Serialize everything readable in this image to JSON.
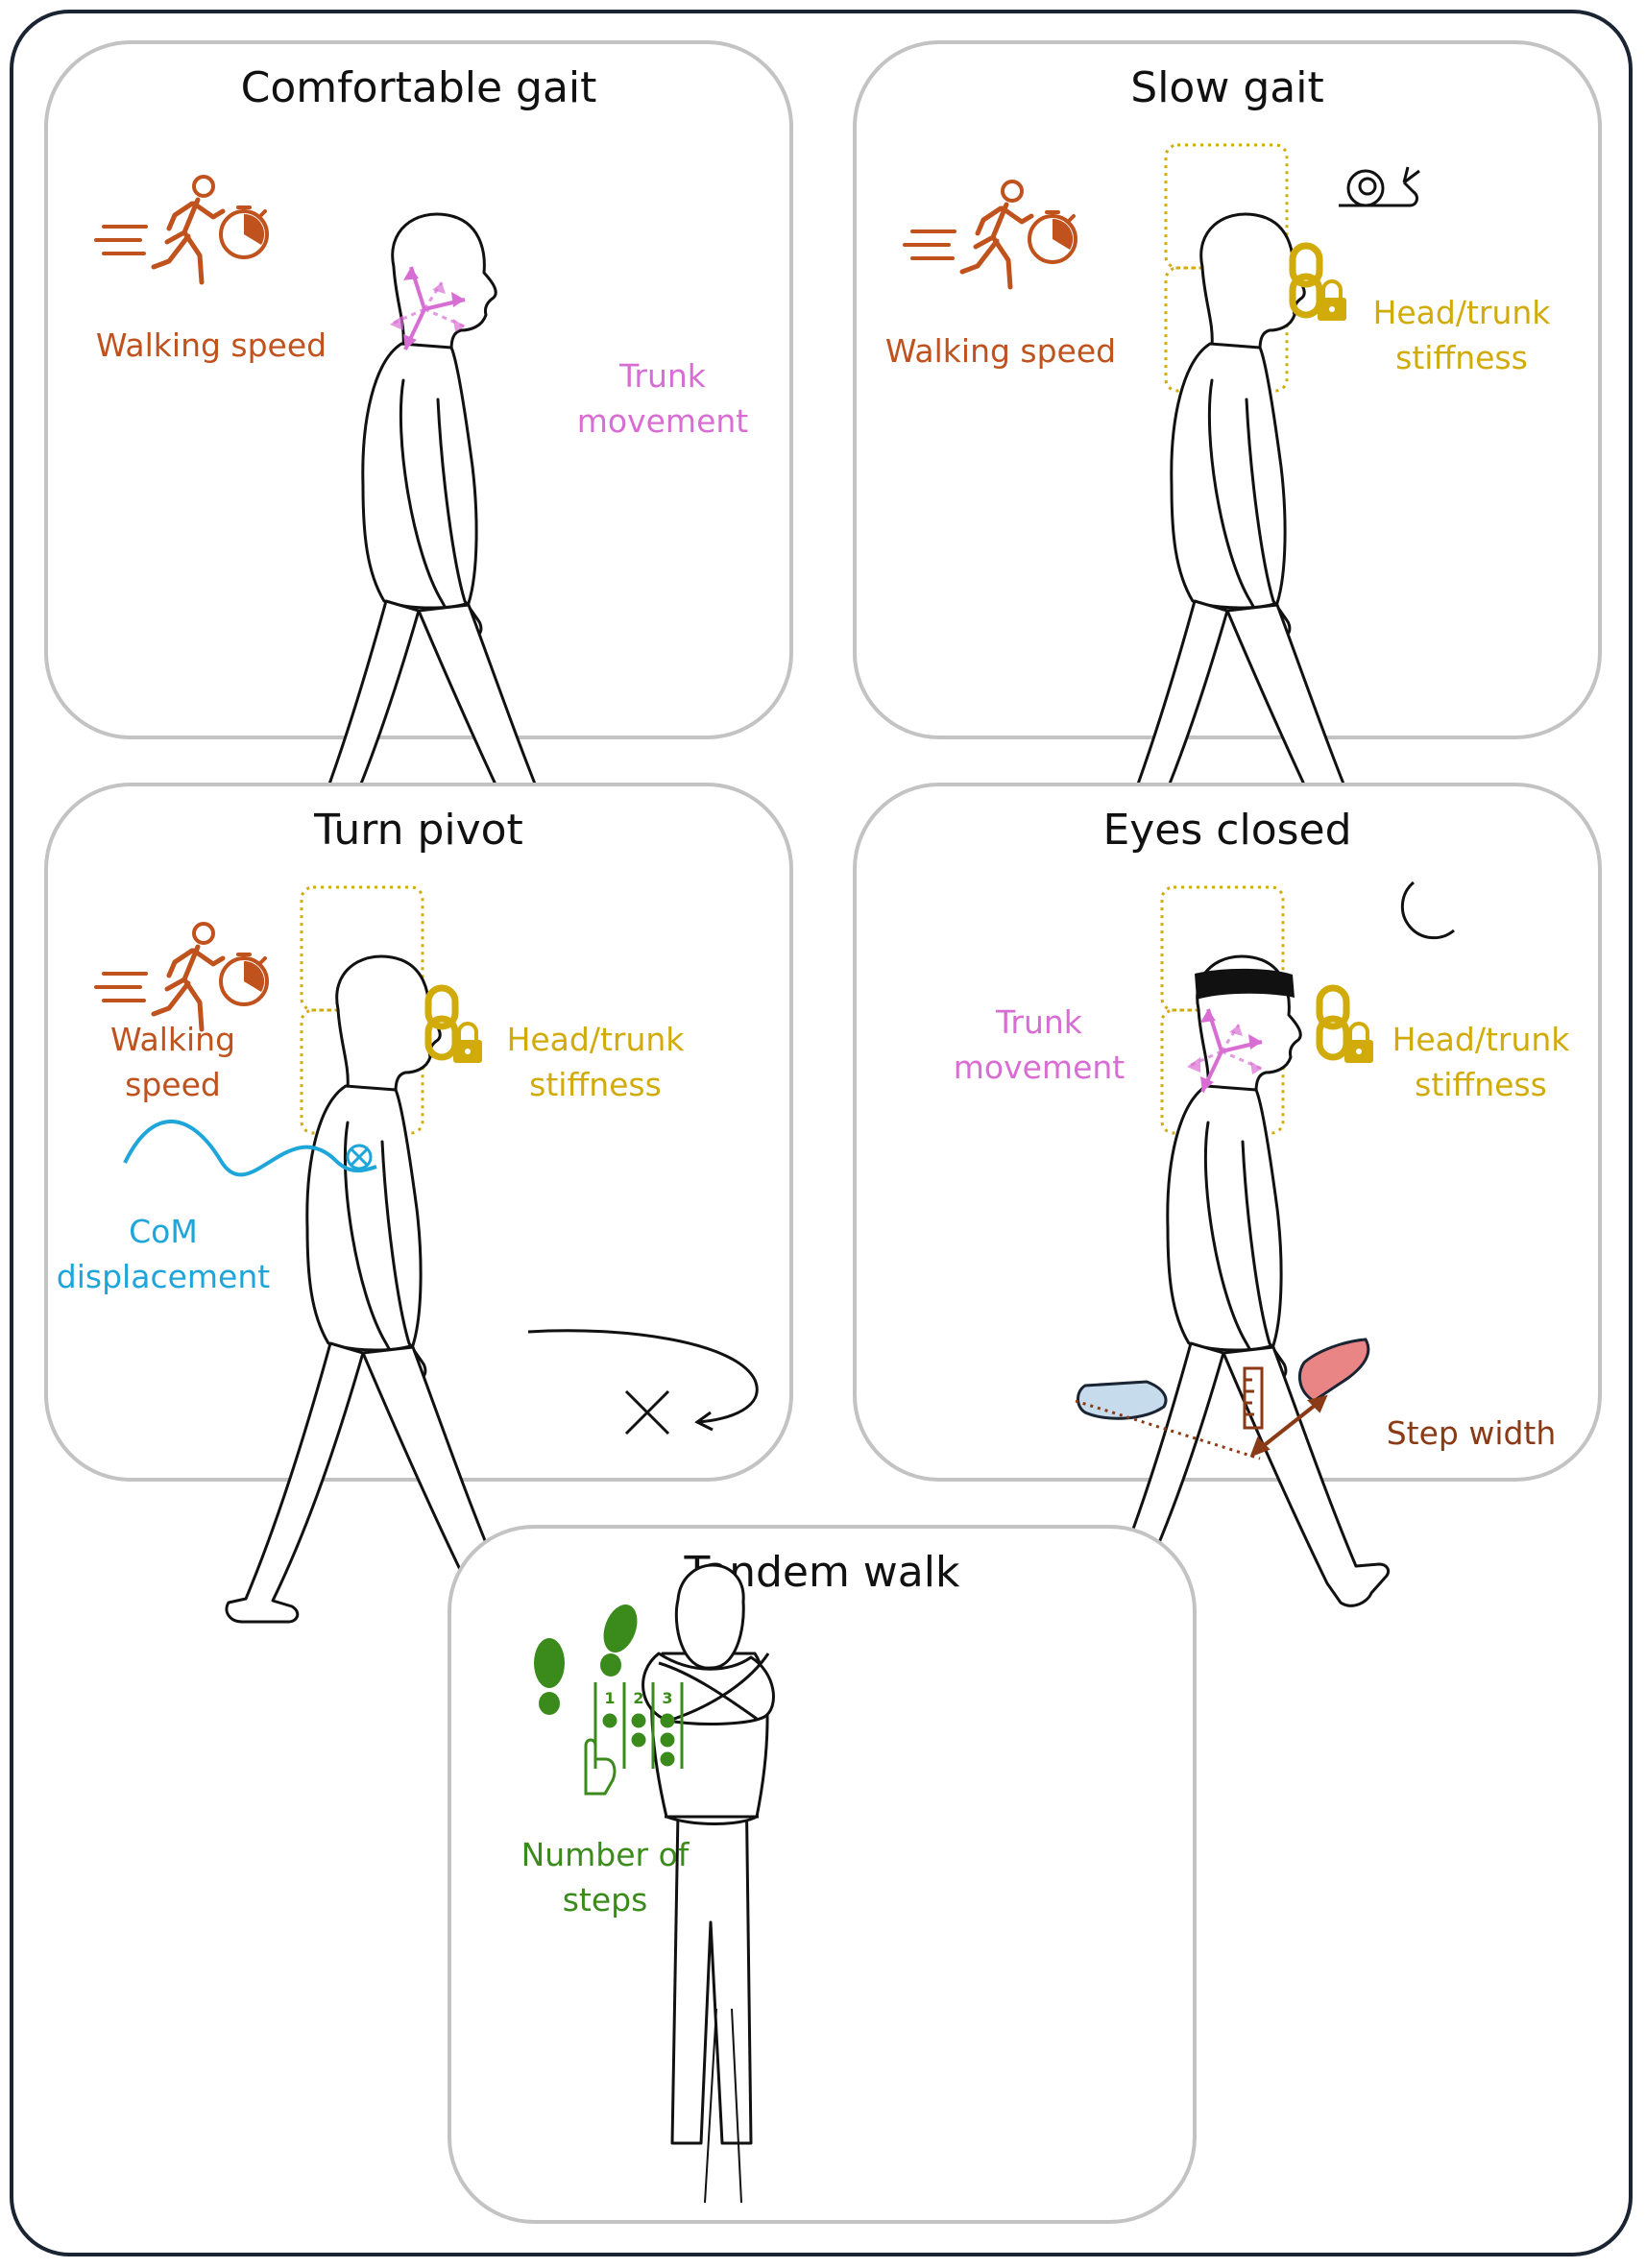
{
  "panels": {
    "comfortable": {
      "title": "Comfortable gait",
      "speed_label": "Walking speed",
      "trunk_label_1": "Trunk",
      "trunk_label_2": "movement"
    },
    "slow": {
      "title": "Slow gait",
      "speed_label": "Walking speed",
      "stiff_label_1": "Head/trunk",
      "stiff_label_2": "stiffness"
    },
    "turn": {
      "title": "Turn pivot",
      "speed_label_1": "Walking",
      "speed_label_2": "speed",
      "stiff_label_1": "Head/trunk",
      "stiff_label_2": "stiffness",
      "com_label_1": "CoM",
      "com_label_2": "displacement"
    },
    "eyes": {
      "title": "Eyes closed",
      "trunk_label_1": "Trunk",
      "trunk_label_2": "movement",
      "stiff_label_1": "Head/trunk",
      "stiff_label_2": "stiffness",
      "step_label": "Step width"
    },
    "tandem": {
      "title": "Tandem walk",
      "steps_label_1": "Number of",
      "steps_label_2": "steps",
      "step_numbers": [
        "1",
        "2",
        "3"
      ]
    }
  },
  "colors": {
    "speed": "#c0521d",
    "trunk": "#d86ed3",
    "stiffness": "#d1ab0a",
    "com": "#1ea6db",
    "step_width": "#8b3a16",
    "steps": "#3b8b1c",
    "panel_border": "#c3c3c3",
    "frame_border": "#1b2433"
  },
  "icons": [
    "runner-stopwatch-icon",
    "snail-icon",
    "chain-lock-icon",
    "crescent-moon-icon",
    "ruler-icon",
    "footprints-icon",
    "step-counter-icon",
    "cross-target-icon"
  ]
}
